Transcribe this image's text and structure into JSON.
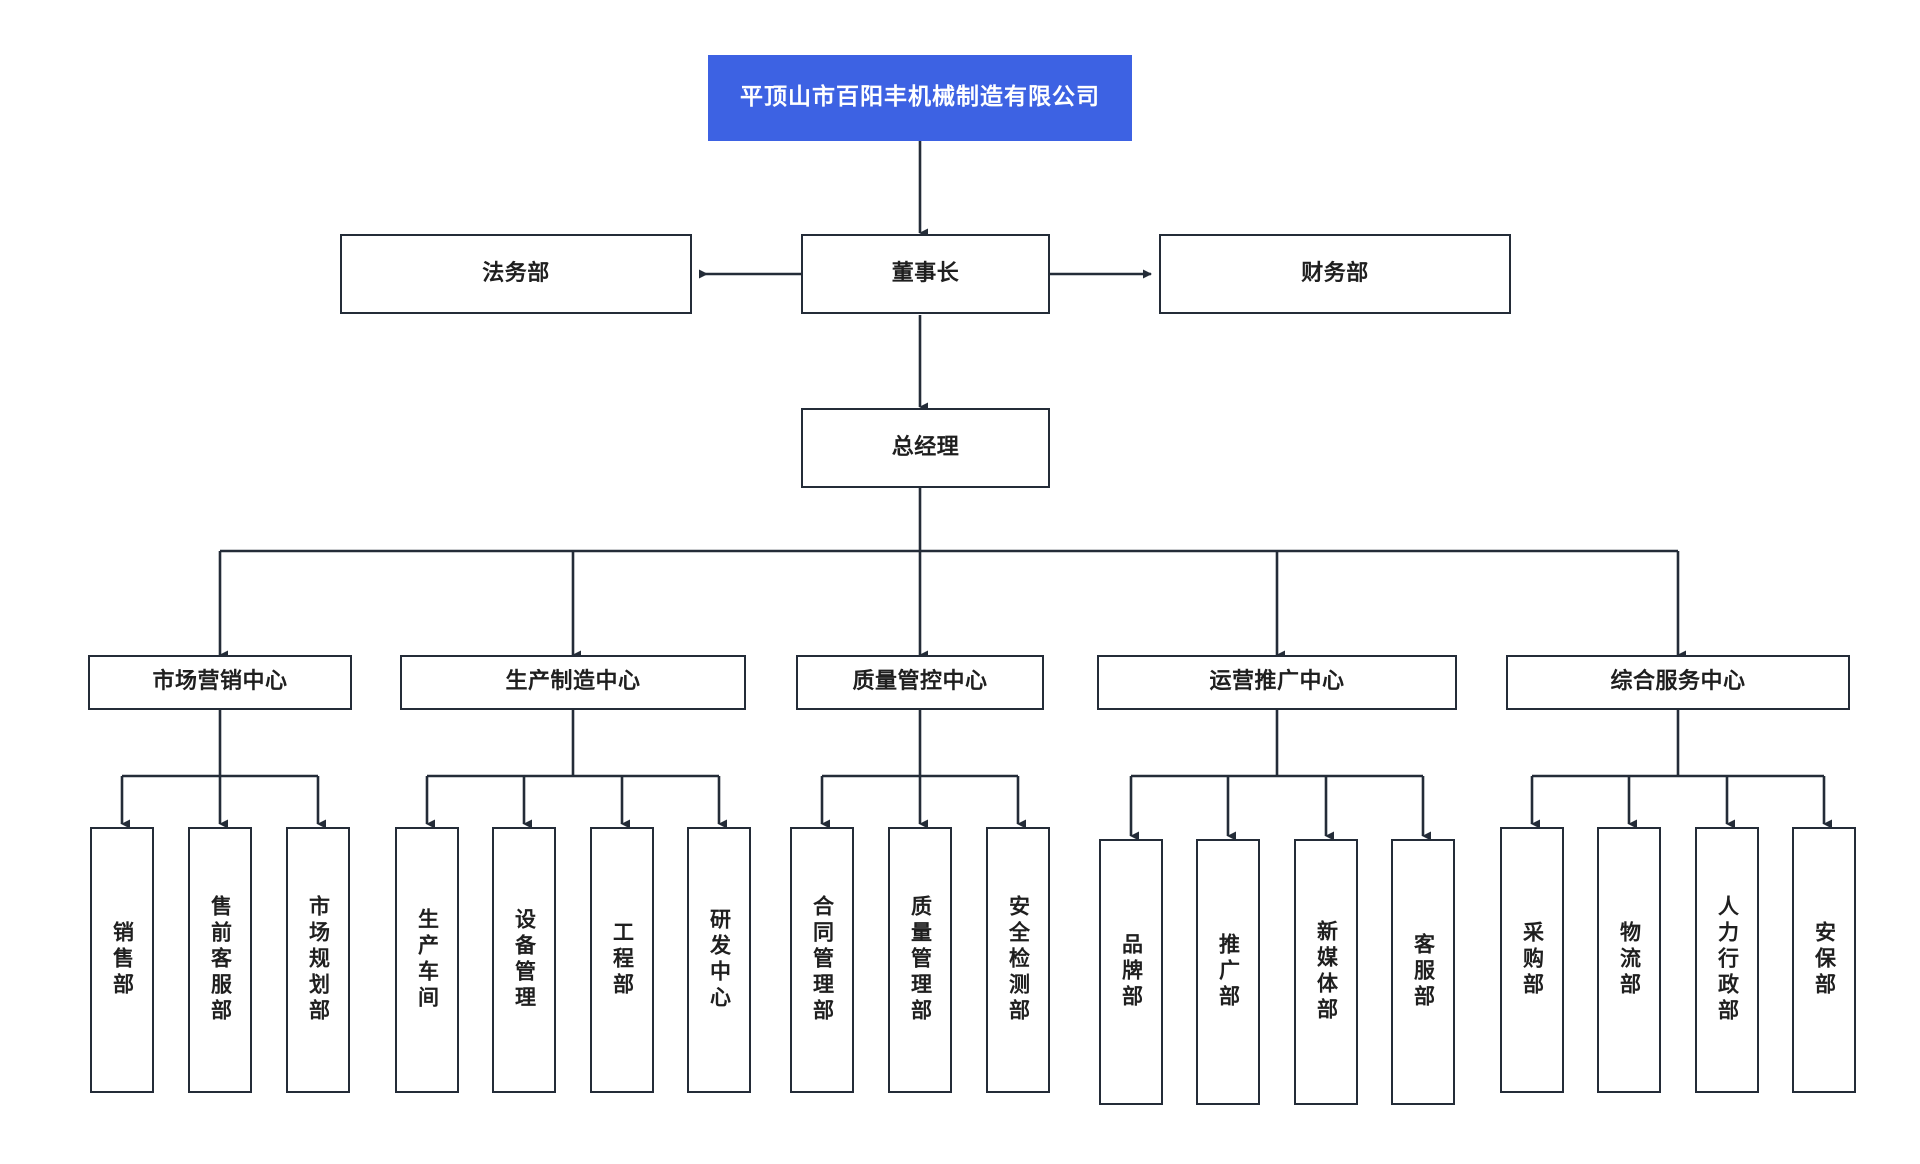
{
  "diagram": {
    "type": "organization-chart",
    "title": "平顶山市百阳丰机械制造有限公司",
    "background_color": "#ffffff",
    "accent_color": "#3d62e3",
    "line_color": "#242c38",
    "box_border_color": "#242c38",
    "text_color": "#1f1f1f",
    "root_text_color": "#ffffff"
  },
  "nodes": {
    "company": {
      "label": "平顶山市百阳丰机械制造有限公司"
    },
    "chairman": {
      "label": "董事长"
    },
    "legal": {
      "label": "法务部"
    },
    "finance": {
      "label": "财务部"
    },
    "general_manager": {
      "label": "总经理"
    },
    "centers": [
      {
        "label": "市场营销中心"
      },
      {
        "label": "生产制造中心"
      },
      {
        "label": "质量管控中心"
      },
      {
        "label": "运营推广中心"
      },
      {
        "label": "综合服务中心"
      }
    ],
    "departments": {
      "marketing": [
        {
          "label": "销售部"
        },
        {
          "label": "售前客服部"
        },
        {
          "label": "市场规划部"
        }
      ],
      "production": [
        {
          "label": "生产车间"
        },
        {
          "label": "设备管理"
        },
        {
          "label": "工程部"
        },
        {
          "label": "研发中心"
        }
      ],
      "quality": [
        {
          "label": "合同管理部"
        },
        {
          "label": "质量管理部"
        },
        {
          "label": "安全检测部"
        }
      ],
      "operations": [
        {
          "label": "品牌部"
        },
        {
          "label": "推广部"
        },
        {
          "label": "新媒体部"
        },
        {
          "label": "客服部"
        }
      ],
      "services": [
        {
          "label": "采购部"
        },
        {
          "label": "物流部"
        },
        {
          "label": "人力行政部"
        },
        {
          "label": "安保部"
        }
      ]
    }
  }
}
